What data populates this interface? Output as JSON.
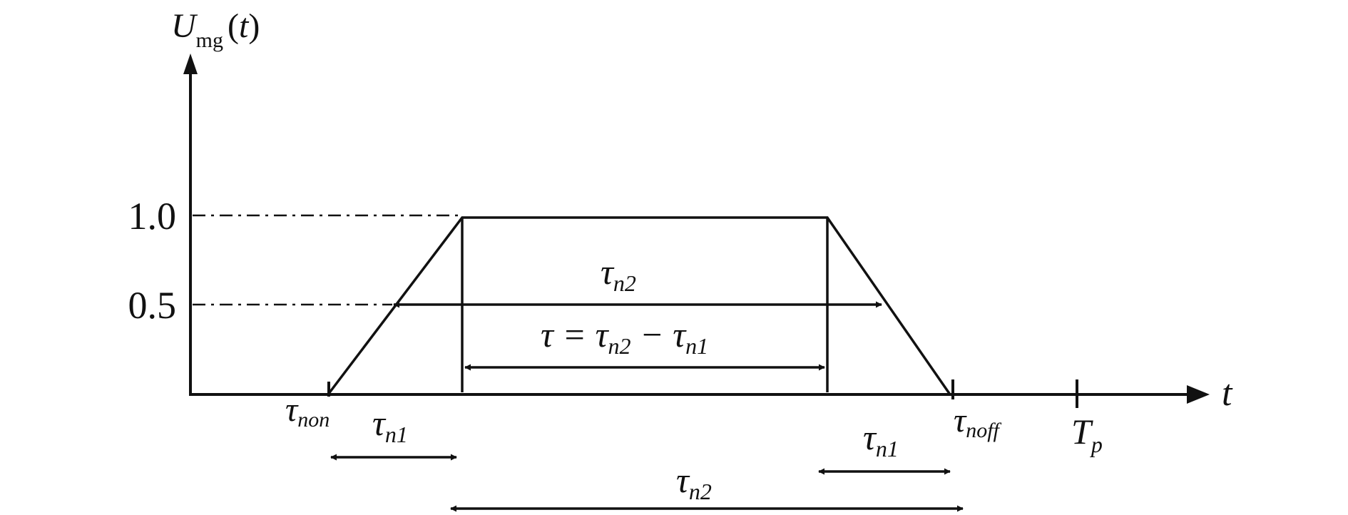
{
  "axes": {
    "y_symbol": "U",
    "y_subscript": "mg",
    "y_open": "(",
    "y_var": "t",
    "y_close": ")",
    "x_label": "t",
    "y_tick_high": "1.0",
    "y_tick_mid": "0.5"
  },
  "markers": {
    "tau": "τ",
    "non_sub": "non",
    "noff_sub": "noff",
    "tp_main": "T",
    "tp_sub": "p"
  },
  "spans": {
    "upper_sub": "n2",
    "middle_prefix": "τ = τ",
    "middle_sub_a": "n2",
    "middle_minus": " − τ",
    "middle_sub_b": "n1",
    "rise_sub": "n1",
    "fall_sub": "n1",
    "lower_sub": "n2"
  },
  "colors": {
    "stroke": "#111111"
  }
}
